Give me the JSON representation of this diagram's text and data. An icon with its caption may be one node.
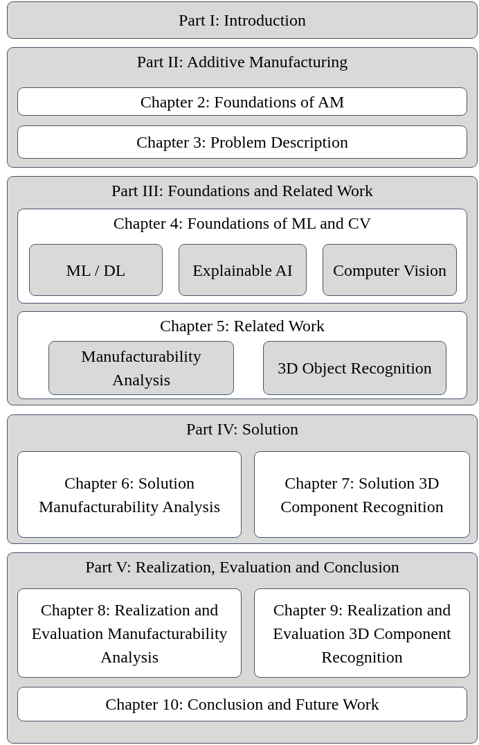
{
  "diagram": {
    "nodes": [
      {
        "text": [
          "Part I: Introduction"
        ]
      },
      {
        "text": [
          "Part II: Additive Manufacturing"
        ]
      },
      {
        "text": [
          "Chapter 2: Foundations of AM"
        ],
        "in": 1
      },
      {
        "text": [
          "Chapter 3: Problem Description"
        ],
        "in": 1
      },
      {
        "text": [
          "Part III: Foundations and Related Work"
        ]
      },
      {
        "text": [
          "Chapter 4: Foundations of ML and CV"
        ],
        "in": 4
      },
      {
        "text": [
          "ML / DL"
        ],
        "in": 5
      },
      {
        "text": [
          "Explainable AI"
        ],
        "in": 5
      },
      {
        "text": [
          "Computer Vision"
        ],
        "in": 5
      },
      {
        "text": [
          "Chapter 5: Related Work"
        ],
        "in": 4
      },
      {
        "text": [
          "Manufacturability Analysis"
        ],
        "in": 9
      },
      {
        "text": [
          "3D Object Recognition"
        ],
        "in": 9
      },
      {
        "text": [
          "Part IV: Solution"
        ]
      },
      {
        "text": [
          "Chapter 6: Solution Manufacturability Analysis"
        ],
        "in": 12
      },
      {
        "text": [
          "Chapter 7: Solution 3D Component Recognition"
        ],
        "in": 12
      },
      {
        "text": [
          "Part V: Realization, Evaluation and Conclusion"
        ]
      },
      {
        "text": [
          "Chapter 8: Realization and Evaluation Manufacturability Analysis"
        ],
        "in": 15
      },
      {
        "text": [
          "Chapter 9: Realization and Evaluation 3D Component Recognition"
        ],
        "in": 15
      },
      {
        "text": [
          "Chapter 10: Conclusion and Future Work"
        ],
        "in": 15
      }
    ]
  }
}
